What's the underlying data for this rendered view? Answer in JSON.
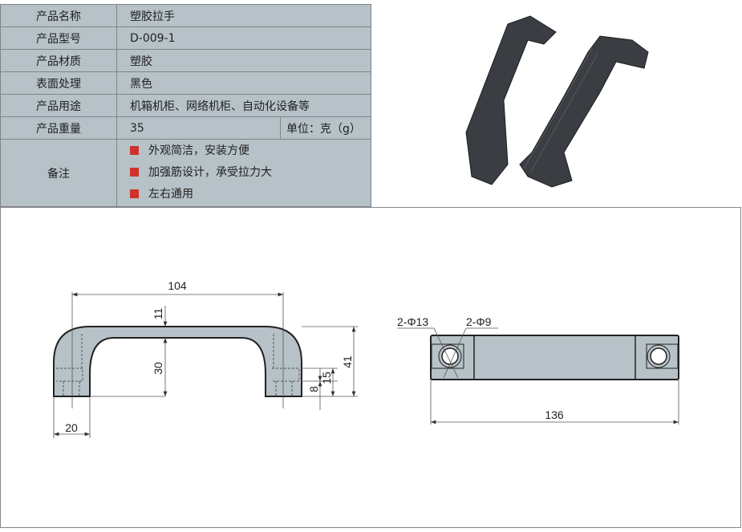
{
  "specs": [
    {
      "label": "产品名称",
      "value": "塑胶拉手"
    },
    {
      "label": "产品型号",
      "value": "D-009-1"
    },
    {
      "label": "产品材质",
      "value": "塑胶"
    },
    {
      "label": "表面处理",
      "value": "黑色"
    },
    {
      "label": "产品用途",
      "value": "机箱机柜、网络机柜、自动化设备等"
    }
  ],
  "weight": {
    "label": "产品重量",
    "value": "35",
    "unit": "单位：克（g）"
  },
  "notes": {
    "label": "备注",
    "items": [
      "外观简洁，安装方便",
      "加强筋设计，承受拉力大",
      "左右通用"
    ]
  },
  "dims_front": {
    "width": "104",
    "top": "11",
    "inner": "30",
    "height": "41",
    "d15": "15",
    "d8": "8",
    "leg": "20"
  },
  "dims_top": {
    "hole_outer": "2-Φ13",
    "hole_inner": "2-Φ9",
    "length": "136"
  },
  "colors": {
    "table_bg": "#b6c2c8",
    "bullet": "#d0322b",
    "part": "#b6c2c8"
  }
}
